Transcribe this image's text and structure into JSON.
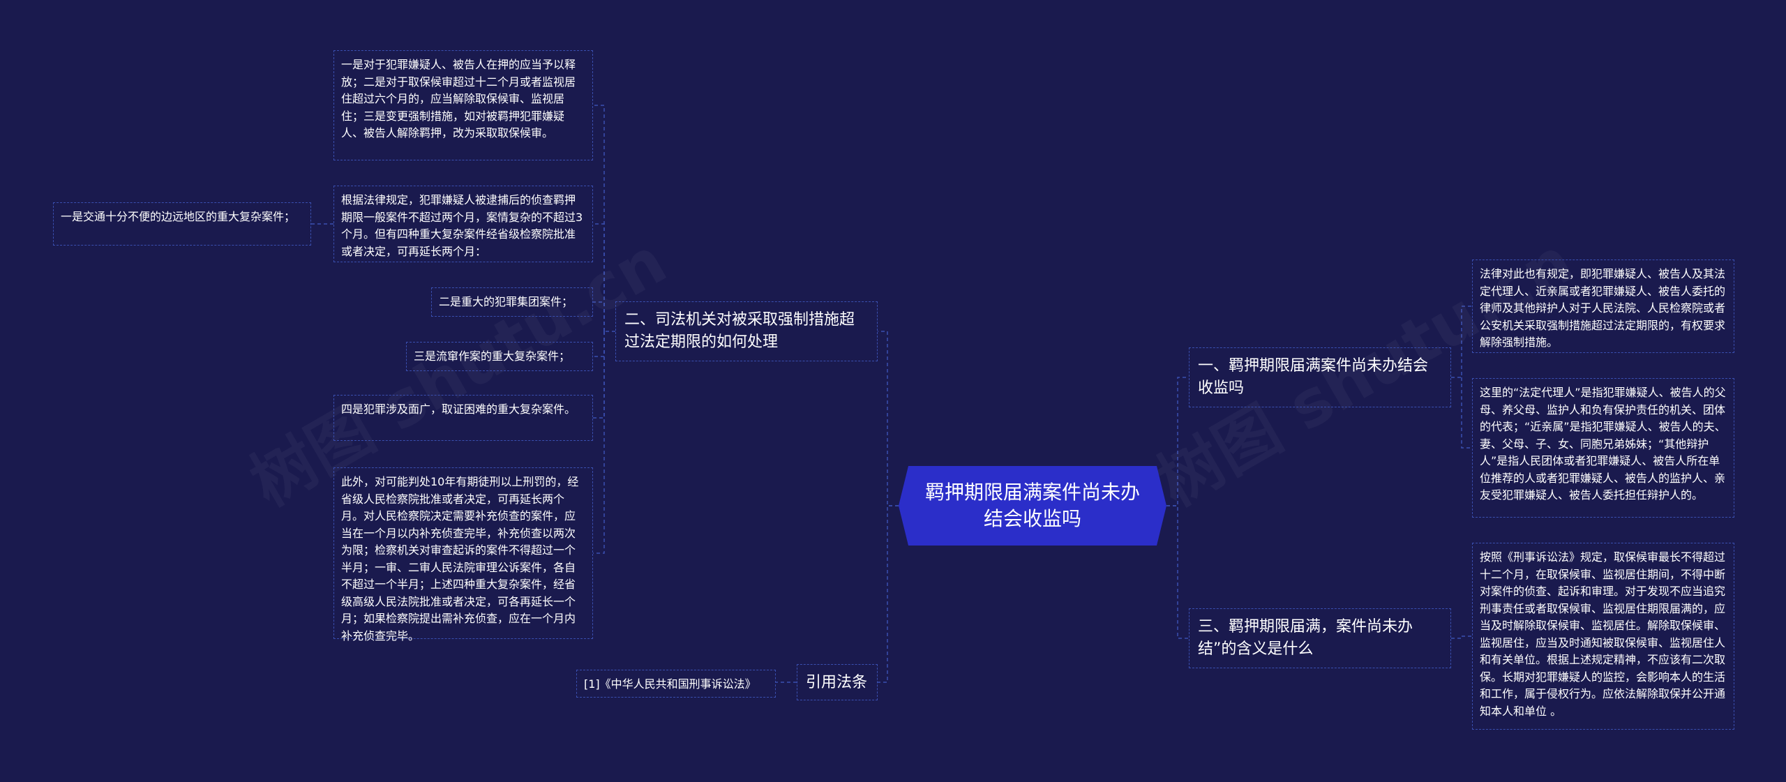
{
  "watermark": "树图 shutu.cn",
  "root": {
    "label": "羁押期限届满案件尚未办结会收监吗"
  },
  "left_branches": [
    {
      "label": "二、司法机关对被采取强制措施超过法定期限的如何处理",
      "children": [
        {
          "text": "一是对于犯罪嫌疑人、被告人在押的应当予以释放；二是对于取保候审超过十二个月或者监视居住超过六个月的，应当解除取保候审、监视居住；三是变更强制措施，如对被羁押犯罪嫌疑人、被告人解除羁押，改为采取取保候审。"
        },
        {
          "text": "根据法律规定，犯罪嫌疑人被逮捕后的侦查羁押期限一般案件不超过两个月，案情复杂的不超过3个月。但有四种重大复杂案件经省级检察院批准或者决定，可再延长两个月：",
          "children": [
            {
              "text": "一是交通十分不便的边远地区的重大复杂案件；"
            }
          ]
        },
        {
          "text": "二是重大的犯罪集团案件；"
        },
        {
          "text": "三是流窜作案的重大复杂案件；"
        },
        {
          "text": "四是犯罪涉及面广，取证困难的重大复杂案件。"
        },
        {
          "text": "此外，对可能判处10年有期徒刑以上刑罚的，经省级人民检察院批准或者决定，可再延长两个月。对人民检察院决定需要补充侦查的案件，应当在一个月以内补充侦查完毕，补充侦查以两次为限；检察机关对审查起诉的案件不得超过一个半月；一审、二审人民法院审理公诉案件，各自不超过一个半月；上述四种重大复杂案件，经省级高级人民法院批准或者决定，可各再延长一个月；如果检察院提出需补充侦查，应在一个月内补充侦查完毕。"
        }
      ]
    },
    {
      "label": "引用法条",
      "children": [
        {
          "text": "[1]《中华人民共和国刑事诉讼法》"
        }
      ]
    }
  ],
  "right_branches": [
    {
      "label": "一、羁押期限届满案件尚未办结会收监吗",
      "children": [
        {
          "text": "法律对此也有规定，即犯罪嫌疑人、被告人及其法定代理人、近亲属或者犯罪嫌疑人、被告人委托的律师及其他辩护人对于人民法院、人民检察院或者公安机关采取强制措施超过法定期限的，有权要求解除强制措施。"
        },
        {
          "text": "这里的“法定代理人”是指犯罪嫌疑人、被告人的父母、养父母、监护人和负有保护责任的机关、团体的代表；“近亲属”是指犯罪嫌疑人、被告人的夫、妻、父母、子、女、同胞兄弟姊妹；“其他辩护人”是指人民团体或者犯罪嫌疑人、被告人所在单位推荐的人或者犯罪嫌疑人、被告人的监护人、亲友受犯罪嫌疑人、被告人委托担任辩护人的。"
        }
      ]
    },
    {
      "label": "三、羁押期限届满，案件尚未办结”的含义是什么",
      "children": [
        {
          "text": "按照《刑事诉讼法》规定，取保候审最长不得超过十二个月，在取保候审、监视居住期间，不得中断对案件的侦查、起诉和审理。对于发现不应当追究刑事责任或者取保候审、监视居住期限届满的，应当及时解除取保候审、监视居住。解除取保候审、监视居住，应当及时通知被取保候审、监视居住人和有关单位。根据上述规定精神，不应该有二次取保。长期对犯罪嫌疑人的监控，会影响本人的生活和工作，属于侵权行为。应依法解除取保并公开通知本人和单位 。"
        }
      ]
    }
  ],
  "colors": {
    "background": "#1a1a4e",
    "root": "#2b2ec9",
    "line": "#3a4fb0",
    "text": "#ffffff"
  }
}
